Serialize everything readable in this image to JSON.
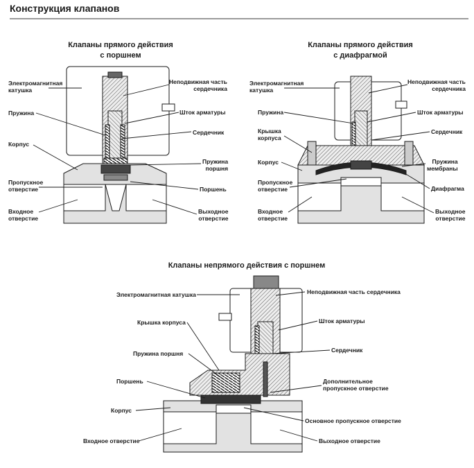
{
  "page_title": "Конструкция клапанов",
  "diagram_1": {
    "title_line1": "Клапаны прямого действия",
    "title_line2": "с поршнем",
    "labels": {
      "coil_l1": "Электромагнитная",
      "coil_l2": "катушка",
      "spring": "Пружина",
      "body": "Корпус",
      "orifice_l1": "Пропускное",
      "orifice_l2": "отверстие",
      "inlet_l1": "Входное",
      "inlet_l2": "отверстие",
      "fixed_core_l1": "Неподвижная часть",
      "fixed_core_l2": "сердечника",
      "stem": "Шток арматуры",
      "core": "Сердечник",
      "piston_spring_l1": "Пружина",
      "piston_spring_l2": "поршня",
      "piston": "Поршень",
      "outlet_l1": "Выходное",
      "outlet_l2": "отверстие"
    }
  },
  "diagram_2": {
    "title_line1": "Клапаны прямого действия",
    "title_line2": "с диафрагмой",
    "labels": {
      "coil_l1": "Электромагнитная",
      "coil_l2": "катушка",
      "spring": "Пружина",
      "cover_l1": "Крышка",
      "cover_l2": "корпуса",
      "body": "Корпус",
      "orifice_l1": "Пропускное",
      "orifice_l2": "отверстие",
      "inlet_l1": "Входное",
      "inlet_l2": "отверстие",
      "fixed_core_l1": "Неподвижная часть",
      "fixed_core_l2": "сердечника",
      "stem": "Шток арматуры",
      "core": "Сердечник",
      "membrane_spring_l1": "Пружина",
      "membrane_spring_l2": "мембраны",
      "diaphragm": "Диафрагма",
      "outlet_l1": "Выходное",
      "outlet_l2": "отверстие"
    }
  },
  "diagram_3": {
    "title": "Клапаны непрямого действия с поршнем",
    "labels": {
      "coil": "Электромагнитная катушка",
      "cover": "Крышка корпуса",
      "piston_spring": "Пружина поршня",
      "piston": "Поршень",
      "body": "Корпус",
      "inlet": "Входное отверстие",
      "fixed_core": "Неподвижная часть сердечника",
      "stem": "Шток арматуры",
      "core": "Сердечник",
      "pilot_l1": "Дополнительное",
      "pilot_l2": "пропускное отверстие",
      "main_orifice": "Основное пропускное отверстие",
      "outlet": "Выходное отверстие"
    }
  },
  "colors": {
    "line": "#1a1a1a",
    "hatch": "#555555",
    "body_fill": "#e2e2e2",
    "dark_part": "#333333",
    "coil_fill": "#ffffff",
    "rule": "#9a9a9a"
  }
}
